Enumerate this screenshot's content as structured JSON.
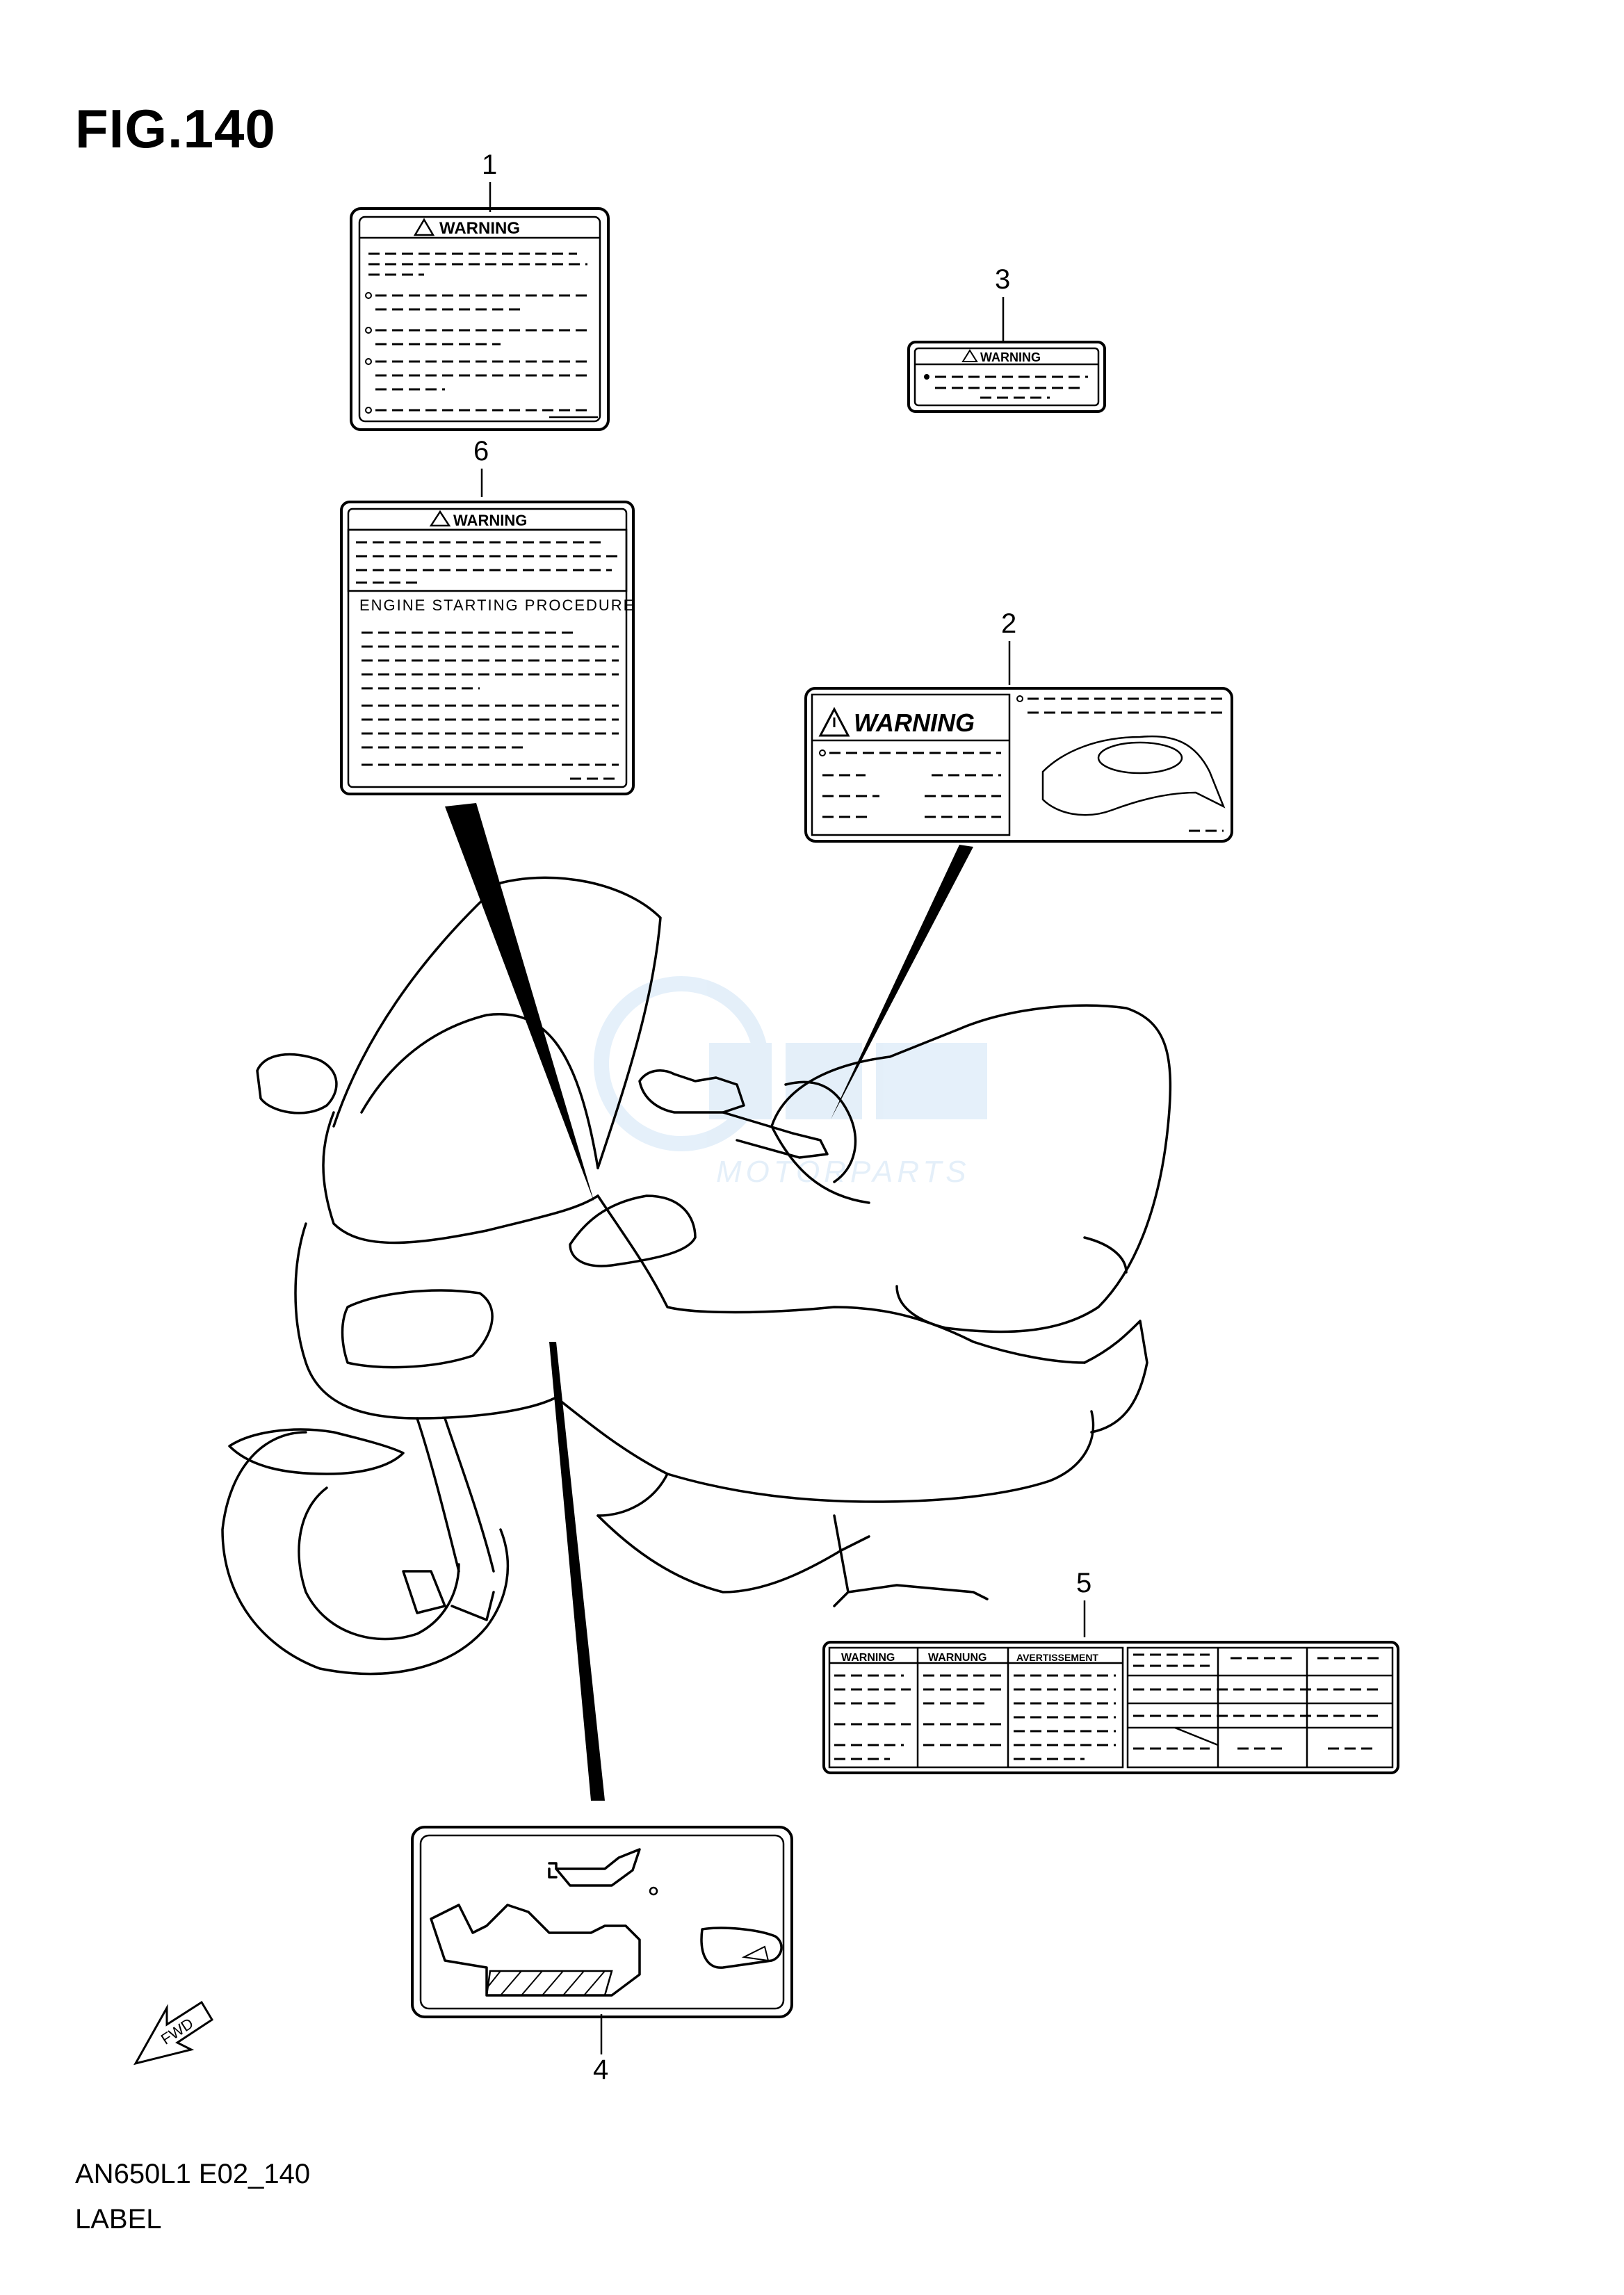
{
  "figure": {
    "title": "FIG.140",
    "model_code": "AN650L1 E02_140",
    "section_name": "LABEL"
  },
  "callouts": [
    "1",
    "2",
    "3",
    "4",
    "5",
    "6"
  ],
  "label_texts": {
    "warning": "WARNING",
    "warnung": "WARNUNG",
    "avertissement": "AVERTISSEMENT",
    "engine_starting": "ENGINE STARTING PROCEDURE",
    "fwd": "FWD"
  },
  "watermark": {
    "text": "MOTORPARTS",
    "color": "#cfe3f5"
  }
}
